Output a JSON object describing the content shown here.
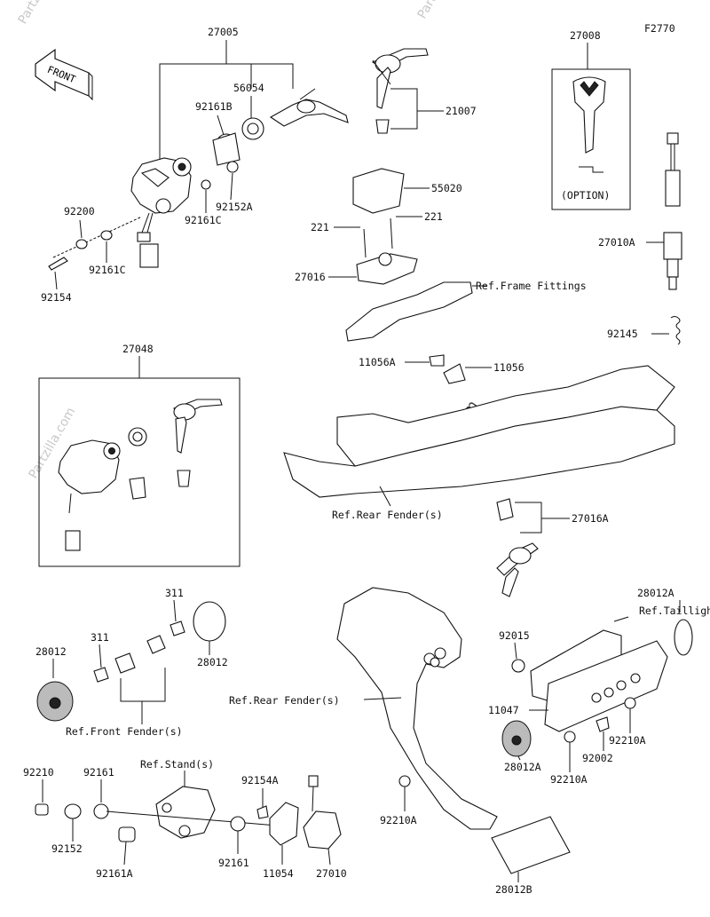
{
  "figure_code": "F2770",
  "front_arrow_label": "FRONT",
  "watermark_text": "Partzilla.com",
  "parts": {
    "p27005": "27005",
    "p56054": "56054",
    "p92161B": "92161B",
    "p92152A": "92152A",
    "p92161C_a": "92161C",
    "p92200": "92200",
    "p92161C_b": "92161C",
    "p92154": "92154",
    "p21007": "21007",
    "p55020": "55020",
    "p221_a": "221",
    "p221_b": "221",
    "p27016": "27016",
    "p27008": "27008",
    "p27010A": "27010A",
    "p92145": "92145",
    "p27048": "27048",
    "p11056A": "11056A",
    "p11056": "11056",
    "p27016A": "27016A",
    "p311_a": "311",
    "p311_b": "311",
    "p28012_a": "28012",
    "p28012_b": "28012",
    "p28012A_top": "28012A",
    "p92015": "92015",
    "p11047": "11047",
    "p92002": "92002",
    "p92210A_a": "92210A",
    "p92210A_b": "92210A",
    "p28012A_bottom": "28012A",
    "p92210A_c": "92210A",
    "p28012B": "28012B",
    "p92210": "92210",
    "p92161_a": "92161",
    "p92152": "92152",
    "p92161A": "92161A",
    "p92161_b": "92161",
    "p92154A": "92154A",
    "p11054": "11054",
    "p27010": "27010"
  },
  "references": {
    "frame_fittings": "Ref.Frame Fittings",
    "rear_fender_1": "Ref.Rear Fender(s)",
    "rear_fender_2": "Ref.Rear Fender(s)",
    "front_fender": "Ref.Front Fender(s)",
    "taillight": "Ref.Taillight(s)",
    "stand": "Ref.Stand(s)"
  },
  "option_label": "(OPTION)"
}
